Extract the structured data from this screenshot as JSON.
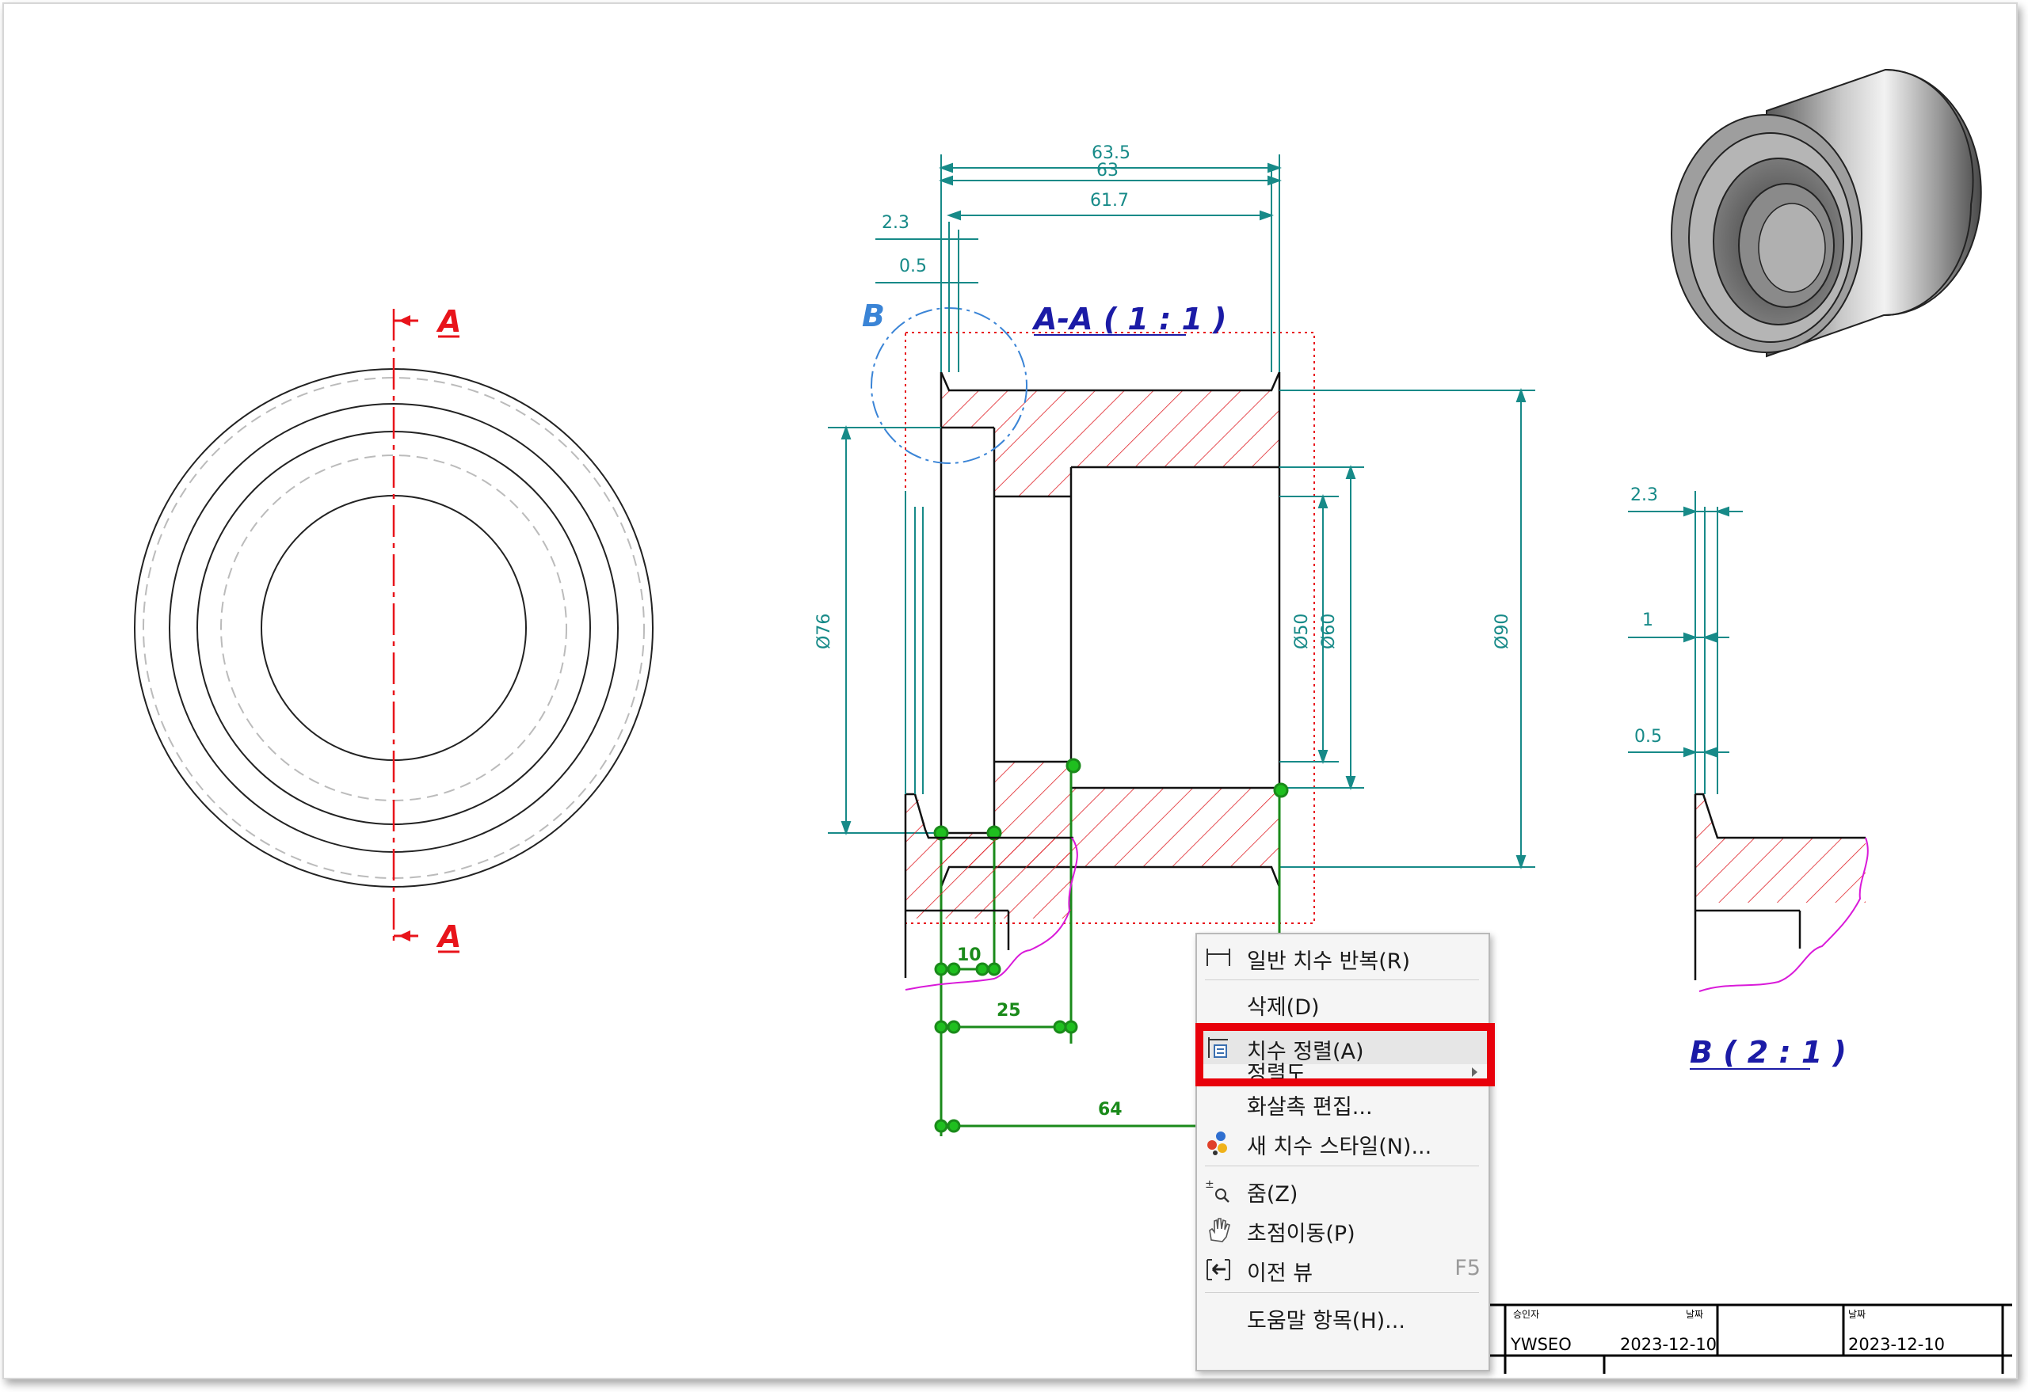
{
  "drawing": {
    "section_marker_top": "A",
    "section_marker_bottom": "A",
    "section_view_label": "A-A ( 1 : 1 )",
    "detail_circle_label": "B",
    "detail_view_label": "B ( 2 : 1 )",
    "dims": {
      "d63_5": "63.5",
      "d63": "63",
      "d61_7": "61.7",
      "d2_3": "2.3",
      "d0_5": "0.5",
      "dia76": "Ø76",
      "dia50": "Ø50",
      "dia60": "Ø60",
      "dia90": "Ø90",
      "detail_2_3": "2.3",
      "detail_1": "1",
      "detail_0_5": "0.5"
    },
    "selected_dims": {
      "d10": "10",
      "d25": "25",
      "d64": "64"
    }
  },
  "title_block": {
    "approver_label": "승인자",
    "approver_value": "YWSEO",
    "date_label_1": "날짜",
    "date_value_1": "2023-12-10",
    "date_label_2": "날짜",
    "date_value_2": "2023-12-10"
  },
  "context_menu": {
    "items": [
      {
        "label": "일반 치수 반복(R)",
        "icon": "dimension-repeat-icon"
      },
      {
        "label": "삭제(D)",
        "icon": ""
      },
      {
        "label": "치수 정렬(A)",
        "icon": "dimension-align-icon",
        "highlighted": true
      },
      {
        "label": "정렬도",
        "icon": "",
        "submenu": true
      },
      {
        "label": "화살촉 편집...",
        "icon": ""
      },
      {
        "label": "새 치수 스타일(N)...",
        "icon": "dimension-style-icon"
      },
      {
        "label": "줌(Z)",
        "icon": "zoom-icon"
      },
      {
        "label": "초점이동(P)",
        "icon": "pan-hand-icon"
      },
      {
        "label": "이전 뷰",
        "icon": "previous-view-icon",
        "shortcut": "F5"
      },
      {
        "label": "도움말 항목(H)...",
        "icon": ""
      }
    ]
  },
  "colors": {
    "dimension": "#178a88",
    "section_line": "#e8141b",
    "hatch": "#e01f26",
    "selected_dim": "#1a8a1a",
    "detail_circle": "#3a84d6",
    "view_label": "#1b1ba6",
    "highlight_box": "#e8000b"
  }
}
